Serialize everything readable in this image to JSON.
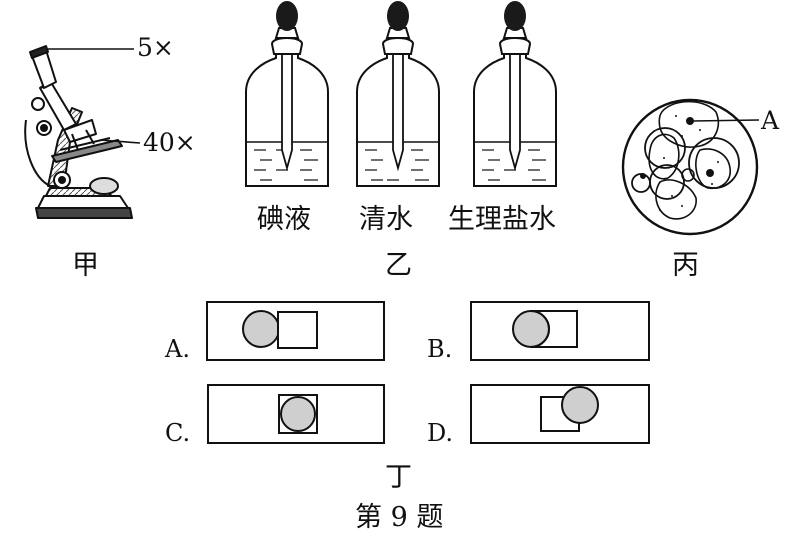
{
  "microscope": {
    "eyepiece_label": "5×",
    "objective_label": "40×",
    "caption": "甲"
  },
  "bottles": {
    "labels": [
      "碘液",
      "清水",
      "生理盐水"
    ],
    "caption": "乙"
  },
  "cells": {
    "pointer_label": "A",
    "caption": "丙"
  },
  "options": {
    "labels": [
      "A.",
      "B.",
      "C.",
      "D."
    ],
    "caption": "丁"
  },
  "figure_title": "第 9 题"
}
